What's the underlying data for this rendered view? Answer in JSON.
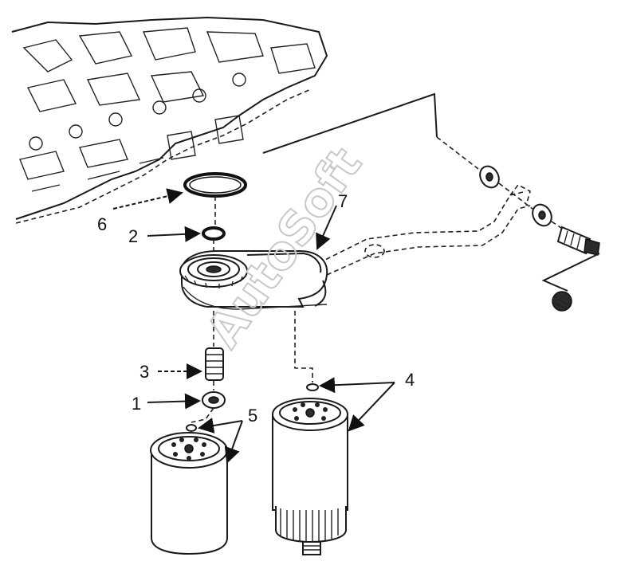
{
  "callouts": {
    "c1": "1",
    "c2": "2",
    "c3": "3",
    "c4": "4",
    "c5": "5",
    "c6": "6",
    "c7": "7"
  },
  "watermark": "AutoSoft",
  "colors": {
    "line": "#1a1a1a",
    "watermark": "#c8c8c8",
    "background": "#ffffff"
  }
}
